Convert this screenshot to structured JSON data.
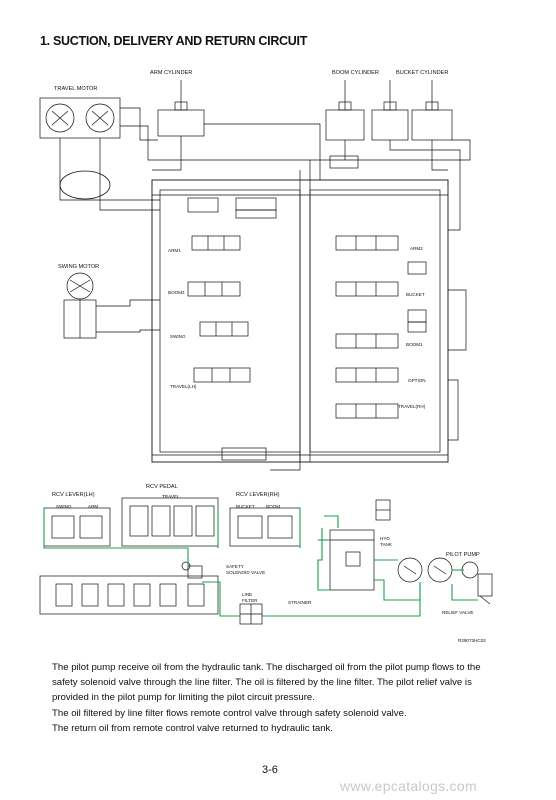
{
  "title": "1. SUCTION, DELIVERY AND RETURN CIRCUIT",
  "labels": {
    "arm_cylinder": "ARM CYLINDER",
    "boom_cylinder": "BOOM CYLINDER",
    "bucket_cylinder": "BUCKET CYLINDER",
    "travel_motor": "TRAVEL MOTOR",
    "swing_motor": "SWING MOTOR",
    "arm1": "ARM1",
    "arm2": "ARM2",
    "boom2": "BOOM2",
    "boom1": "BOOM1",
    "swing": "SWING",
    "travel_lh": "TRAVEL(LH)",
    "travel_rh": "TRAVEL(RH)",
    "bucket": "BUCKET",
    "option": "OPTION",
    "rcv_lever_lh": "RCV LEVER(LH)",
    "rcv_pedal": "RCV PEDAL",
    "rcv_lever_rh": "RCV LEVER(RH)",
    "rcv_swing": "SWING",
    "rcv_arm": "ARM",
    "rcv_travel": "TRAVEL",
    "rcv_bucket": "BUCKET",
    "rcv_boom": "BOOM",
    "hyd_tank_1": "HYD",
    "hyd_tank_2": "TANK",
    "pilot_pump": "PILOT PUMP",
    "safety_solenoid_1": "SAFETY",
    "safety_solenoid_2": "SOLENOID VALVE",
    "line_filter_1": "LINE",
    "line_filter_2": "FILTER",
    "strainer": "STRAINER",
    "relief_valve": "RELIEF VALVE",
    "drawing_code": "R29073HC02"
  },
  "paragraph": [
    "The pilot pump receive oil from the hydraulic tank.   The discharged oil from the pilot pump flows to the",
    "safety solenoid valve through the line filter.   The oil is filtered by the line filter.   The pilot relief valve is",
    "provided in the pilot pump for limiting the pilot circuit pressure.",
    "The oil filtered by line filter flows remote control valve through safety solenoid valve.",
    "The return oil from remote control valve returned to hydraulic tank."
  ],
  "page_number": "3-6",
  "watermark": "www.epcatalogs.com",
  "colors": {
    "pilot_line": "#1aa050",
    "line": "#111111",
    "background": "#ffffff"
  }
}
